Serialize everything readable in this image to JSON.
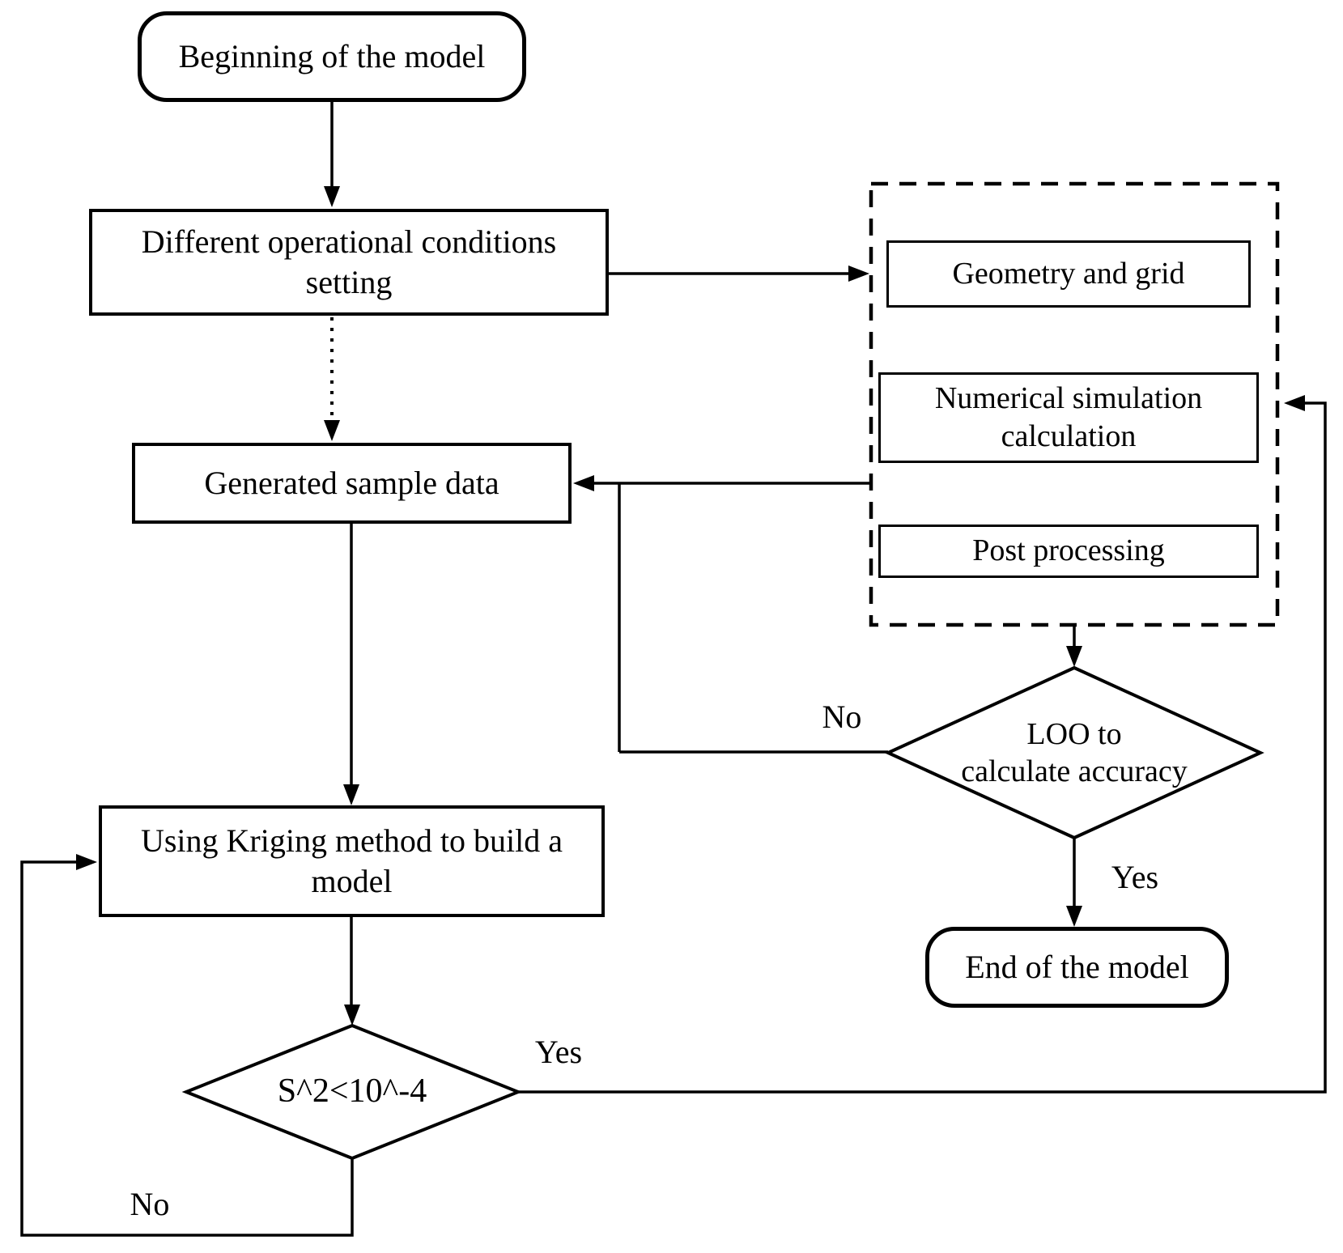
{
  "figure": {
    "type": "flowchart",
    "description": "Kriging surrogate model building workflow",
    "background_color": "#ffffff",
    "stroke_color": "#000000"
  },
  "nodes": {
    "begin": {
      "shape": "terminator",
      "line1": "Beginning of the model",
      "line2": ""
    },
    "conditions": {
      "shape": "process",
      "line1": "Different operational conditions",
      "line2": "setting"
    },
    "sample": {
      "shape": "process",
      "line1": "Generated sample data",
      "line2": ""
    },
    "kriging": {
      "shape": "process",
      "line1": "Using Kriging method to build a",
      "line2": "model"
    },
    "s2": {
      "shape": "decision",
      "line1": "S^2<10^-4",
      "line2": ""
    },
    "geometry": {
      "shape": "process",
      "line1": "Geometry and grid",
      "line2": ""
    },
    "numerical": {
      "shape": "process",
      "line1": "Numerical simulation",
      "line2": "calculation"
    },
    "post": {
      "shape": "process",
      "line1": "Post processing",
      "line2": ""
    },
    "loo": {
      "shape": "decision",
      "line1": "LOO to",
      "line2": "calculate accuracy"
    },
    "end": {
      "shape": "terminator",
      "line1": "End of the model",
      "line2": ""
    }
  },
  "edge_labels": {
    "loo_no": "No",
    "loo_yes": "Yes",
    "s2_yes": "Yes",
    "s2_no": "No"
  }
}
